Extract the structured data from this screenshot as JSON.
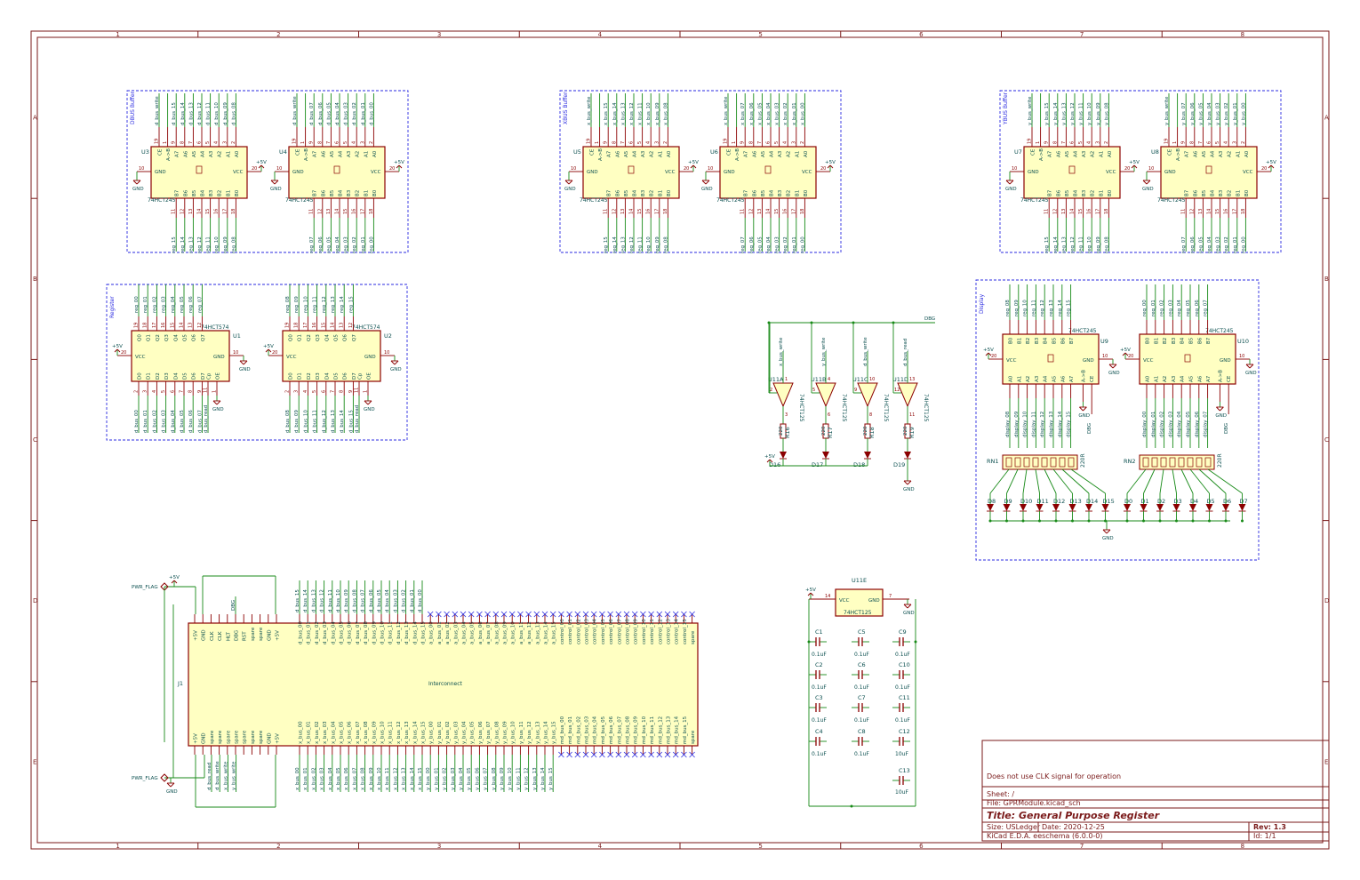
{
  "frame": {
    "col_labels": [
      "1",
      "2",
      "3",
      "4",
      "5",
      "6",
      "7",
      "8"
    ],
    "row_labels": [
      "A",
      "B",
      "C",
      "D",
      "E"
    ]
  },
  "groups": {
    "dbus": "DBUS Buffer",
    "xbus": "XBUS Buffer",
    "ybus": "YBUS Buffer",
    "register": "Register",
    "display": "Display"
  },
  "parts": {
    "buffer_value": "74HCT245",
    "latch_value": "74HCT574",
    "tristate_value": "74HCT125",
    "res_value": "220",
    "rn_value": "220R",
    "cap_small": "0.1uF",
    "cap_big": "10uF",
    "vcc": "VCC",
    "gnd_pin": "GND",
    "p5v": "+5V",
    "gnd": "GND",
    "ab": "A->B",
    "ce": "CE",
    "oe": "OE",
    "cp": "Cp",
    "pwr_flag": "PWR_FLAG",
    "dbg": "DBG"
  },
  "buffers": [
    {
      "ref": "U3",
      "top": "d_bus_write",
      "tn": [
        "d_bus_15",
        "d_bus_14",
        "d_bus_13",
        "d_bus_12",
        "d_bus_11",
        "d_bus_10",
        "d_bus_09",
        "d_bus_08"
      ],
      "bn": [
        "reg_15",
        "reg_14",
        "reg_13",
        "reg_12",
        "reg_11",
        "reg_10",
        "reg_09",
        "reg_08"
      ]
    },
    {
      "ref": "U4",
      "top": "d_bus_write",
      "tn": [
        "d_bus_07",
        "d_bus_06",
        "d_bus_05",
        "d_bus_04",
        "d_bus_03",
        "d_bus_02",
        "d_bus_01",
        "d_bus_00"
      ],
      "bn": [
        "reg_07",
        "reg_06",
        "reg_05",
        "reg_04",
        "reg_03",
        "reg_02",
        "reg_01",
        "reg_00"
      ]
    },
    {
      "ref": "U5",
      "top": "x_bus_write",
      "tn": [
        "x_bus_15",
        "x_bus_14",
        "x_bus_13",
        "x_bus_12",
        "x_bus_11",
        "x_bus_10",
        "x_bus_09",
        "x_bus_08"
      ],
      "bn": [
        "reg_15",
        "reg_14",
        "reg_13",
        "reg_12",
        "reg_11",
        "reg_10",
        "reg_09",
        "reg_08"
      ]
    },
    {
      "ref": "U6",
      "top": "x_bus_write",
      "tn": [
        "x_bus_07",
        "x_bus_06",
        "x_bus_05",
        "x_bus_04",
        "x_bus_03",
        "x_bus_02",
        "x_bus_01",
        "x_bus_00"
      ],
      "bn": [
        "reg_07",
        "reg_06",
        "reg_05",
        "reg_04",
        "reg_03",
        "reg_02",
        "reg_01",
        "reg_00"
      ]
    },
    {
      "ref": "U7",
      "top": "y_bus_write",
      "tn": [
        "y_bus_15",
        "y_bus_14",
        "y_bus_13",
        "y_bus_12",
        "y_bus_11",
        "y_bus_10",
        "y_bus_09",
        "y_bus_08"
      ],
      "bn": [
        "reg_15",
        "reg_14",
        "reg_13",
        "reg_12",
        "reg_11",
        "reg_10",
        "reg_09",
        "reg_08"
      ]
    },
    {
      "ref": "U8",
      "top": "y_bus_write",
      "tn": [
        "y_bus_07",
        "y_bus_06",
        "y_bus_05",
        "y_bus_04",
        "y_bus_03",
        "y_bus_02",
        "y_bus_01",
        "y_bus_00"
      ],
      "bn": [
        "reg_07",
        "reg_06",
        "reg_05",
        "reg_04",
        "reg_03",
        "reg_02",
        "reg_01",
        "reg_00"
      ]
    }
  ],
  "buffer_pins": {
    "top_nums": [
      "19",
      "1",
      "9",
      "8",
      "7",
      "6",
      "5",
      "4",
      "3",
      "2"
    ],
    "a_pins": [
      "A7",
      "A6",
      "A5",
      "A4",
      "A3",
      "A2",
      "A1",
      "A0"
    ],
    "b_pins": [
      "B7",
      "B6",
      "B5",
      "B4",
      "B3",
      "B2",
      "B1",
      "B0"
    ],
    "bot_nums": [
      "11",
      "12",
      "13",
      "14",
      "15",
      "16",
      "17",
      "18"
    ],
    "gnd_num": "10",
    "vcc_num": "20"
  },
  "latches": [
    {
      "ref": "U1",
      "tn": [
        "reg_00",
        "reg_01",
        "reg_02",
        "reg_03",
        "reg_04",
        "reg_05",
        "reg_06",
        "reg_07"
      ],
      "bn": [
        "d_bus_00",
        "d_bus_01",
        "d_bus_02",
        "d_bus_03",
        "d_bus_04",
        "d_bus_05",
        "d_bus_06",
        "d_bus_07"
      ],
      "clk": "d_bus_read"
    },
    {
      "ref": "U2",
      "tn": [
        "reg_08",
        "reg_09",
        "reg_10",
        "reg_11",
        "reg_12",
        "reg_13",
        "reg_14",
        "reg_15"
      ],
      "bn": [
        "d_bus_08",
        "d_bus_09",
        "d_bus_10",
        "d_bus_11",
        "d_bus_12",
        "d_bus_13",
        "d_bus_14",
        "d_bus_15"
      ],
      "clk": "d_bus_read"
    }
  ],
  "latch_pins": {
    "q_pins": [
      "Q0",
      "Q1",
      "Q2",
      "Q3",
      "Q4",
      "Q5",
      "Q6",
      "Q7"
    ],
    "d_pins": [
      "D0",
      "D1",
      "D2",
      "D3",
      "D4",
      "D5",
      "D6",
      "D7"
    ],
    "top_nums": [
      "19",
      "18",
      "17",
      "16",
      "15",
      "14",
      "13",
      "12"
    ],
    "bot_nums": [
      "2",
      "3",
      "4",
      "5",
      "6",
      "7",
      "8",
      "9"
    ],
    "clk_num": "11",
    "oe_num": "1"
  },
  "gates": [
    {
      "ref": "U11A",
      "net": "x_bus_write",
      "res": "R16",
      "led": "D16",
      "pin_in": "1",
      "pin_en": "2",
      "pin_out": "3"
    },
    {
      "ref": "U11B",
      "net": "y_bus_write",
      "res": "R17",
      "led": "D17",
      "pin_in": "4",
      "pin_en": "5",
      "pin_out": "6"
    },
    {
      "ref": "U11C",
      "net": "d_bus_write",
      "res": "R18",
      "led": "D18",
      "pin_in": "10",
      "pin_en": "9",
      "pin_out": "8"
    },
    {
      "ref": "U11D",
      "net": "d_bus_read",
      "res": "R19",
      "led": "D19",
      "pin_in": "13",
      "pin_en": "12",
      "pin_out": "11"
    }
  ],
  "u11e": {
    "ref": "U11E",
    "vcc_num": "14",
    "gnd_num": "7"
  },
  "caps": [
    {
      "ref": "C1",
      "val": "0.1uF"
    },
    {
      "ref": "C2",
      "val": "0.1uF"
    },
    {
      "ref": "C3",
      "val": "0.1uF"
    },
    {
      "ref": "C4",
      "val": "0.1uF"
    },
    {
      "ref": "C5",
      "val": "0.1uF"
    },
    {
      "ref": "C6",
      "val": "0.1uF"
    },
    {
      "ref": "C7",
      "val": "0.1uF"
    },
    {
      "ref": "C8",
      "val": "0.1uF"
    },
    {
      "ref": "C9",
      "val": "0.1uF"
    },
    {
      "ref": "C10",
      "val": "0.1uF"
    },
    {
      "ref": "C11",
      "val": "0.1uF"
    },
    {
      "ref": "C12",
      "val": "10uF"
    },
    {
      "ref": "C13",
      "val": "10uF"
    }
  ],
  "display": [
    {
      "ref": "U9",
      "rn": "RN1",
      "tn": [
        "reg_08",
        "reg_09",
        "reg_10",
        "reg_11",
        "reg_12",
        "reg_13",
        "reg_14",
        "reg_15"
      ],
      "bn": [
        "display_08",
        "display_09",
        "display_10",
        "display_11",
        "display_12",
        "display_13",
        "display_14",
        "display_15"
      ],
      "leds": [
        "D8",
        "D9",
        "D10",
        "D11",
        "D12",
        "D13",
        "D14",
        "D15"
      ]
    },
    {
      "ref": "U10",
      "rn": "RN2",
      "tn": [
        "reg_00",
        "reg_01",
        "reg_02",
        "reg_03",
        "reg_04",
        "reg_05",
        "reg_06",
        "reg_07"
      ],
      "bn": [
        "display_00",
        "display_01",
        "display_02",
        "display_03",
        "display_04",
        "display_05",
        "display_06",
        "display_07"
      ],
      "leds": [
        "D0",
        "D1",
        "D2",
        "D3",
        "D4",
        "D5",
        "D6",
        "D7"
      ]
    }
  ],
  "connector": {
    "ref": "J1",
    "name": "Interconnect",
    "top_left": [
      "+5V",
      "GND",
      "CLK",
      "CLK",
      "HLT",
      "DBG",
      "RST",
      "spare",
      "spare",
      "GND",
      "+5V"
    ],
    "top_bus": [
      "d_bus_00",
      "d_bus_01",
      "d_bus_02",
      "d_bus_03",
      "d_bus_04",
      "d_bus_05",
      "d_bus_06",
      "d_bus_07",
      "d_bus_08",
      "d_bus_09",
      "d_bus_10",
      "d_bus_11",
      "d_bus_12",
      "d_bus_13",
      "d_bus_14",
      "d_bus_15",
      "a_bus_00",
      "a_bus_01",
      "a_bus_02",
      "a_bus_03",
      "a_bus_04",
      "a_bus_05",
      "a_bus_06",
      "a_bus_07",
      "a_bus_08",
      "a_bus_09",
      "a_bus_10",
      "a_bus_11",
      "a_bus_12",
      "a_bus_13",
      "a_bus_14",
      "a_bus_15",
      "control_00",
      "control_01",
      "control_02",
      "control_03",
      "control_04",
      "control_05",
      "control_06",
      "control_07",
      "control_08",
      "control_09",
      "control_10",
      "control_11",
      "control_12",
      "control_13",
      "control_14",
      "control_15",
      "spare"
    ],
    "top_ext": [
      "d_bus_15",
      "d_bus_14",
      "d_bus_13",
      "d_bus_12",
      "d_bus_11",
      "d_bus_10",
      "d_bus_09",
      "d_bus_08",
      "d_bus_07",
      "d_bus_06",
      "d_bus_05",
      "d_bus_04",
      "d_bus_03",
      "d_bus_02",
      "d_bus_01",
      "d_bus_00"
    ],
    "bot_left": [
      "+5V",
      "GND",
      "spare",
      "spare",
      "spare",
      "spare",
      "spare",
      "spare",
      "spare",
      "GND",
      "+5V"
    ],
    "bot_bus": [
      "x_bus_00",
      "x_bus_01",
      "x_bus_02",
      "x_bus_03",
      "x_bus_04",
      "x_bus_05",
      "x_bus_06",
      "x_bus_07",
      "x_bus_08",
      "x_bus_09",
      "x_bus_10",
      "x_bus_11",
      "x_bus_12",
      "x_bus_13",
      "x_bus_14",
      "x_bus_15",
      "y_bus_00",
      "y_bus_01",
      "y_bus_02",
      "y_bus_03",
      "y_bus_04",
      "y_bus_05",
      "y_bus_06",
      "y_bus_07",
      "y_bus_08",
      "y_bus_09",
      "y_bus_10",
      "y_bus_11",
      "y_bus_12",
      "y_bus_13",
      "y_bus_14",
      "y_bus_15",
      "md_bus_00",
      "md_bus_01",
      "md_bus_02",
      "md_bus_03",
      "md_bus_04",
      "md_bus_05",
      "md_bus_06",
      "md_bus_07",
      "md_bus_08",
      "md_bus_09",
      "md_bus_10",
      "md_bus_11",
      "md_bus_12",
      "md_bus_13",
      "md_bus_14",
      "md_bus_15",
      "spare"
    ],
    "bot_ext_left": [
      "d_bus_read",
      "d_bus_write",
      "x_bus_write",
      "y_bus_write"
    ],
    "top_left_ext": [
      "DBG"
    ]
  },
  "titleblock": {
    "comment": "Does not use CLK signal for operation",
    "sheet": "Sheet: /",
    "file": "File: GPRModule.kicad_sch",
    "title": "Title: General Purpose Register",
    "size": "Size: USLedger",
    "date": "Date: 2020-12-25",
    "rev": "Rev: 1.3",
    "tool": "KiCad E.D.A.  eeschema (6.0.0-0)",
    "id": "Id: 1/1"
  }
}
